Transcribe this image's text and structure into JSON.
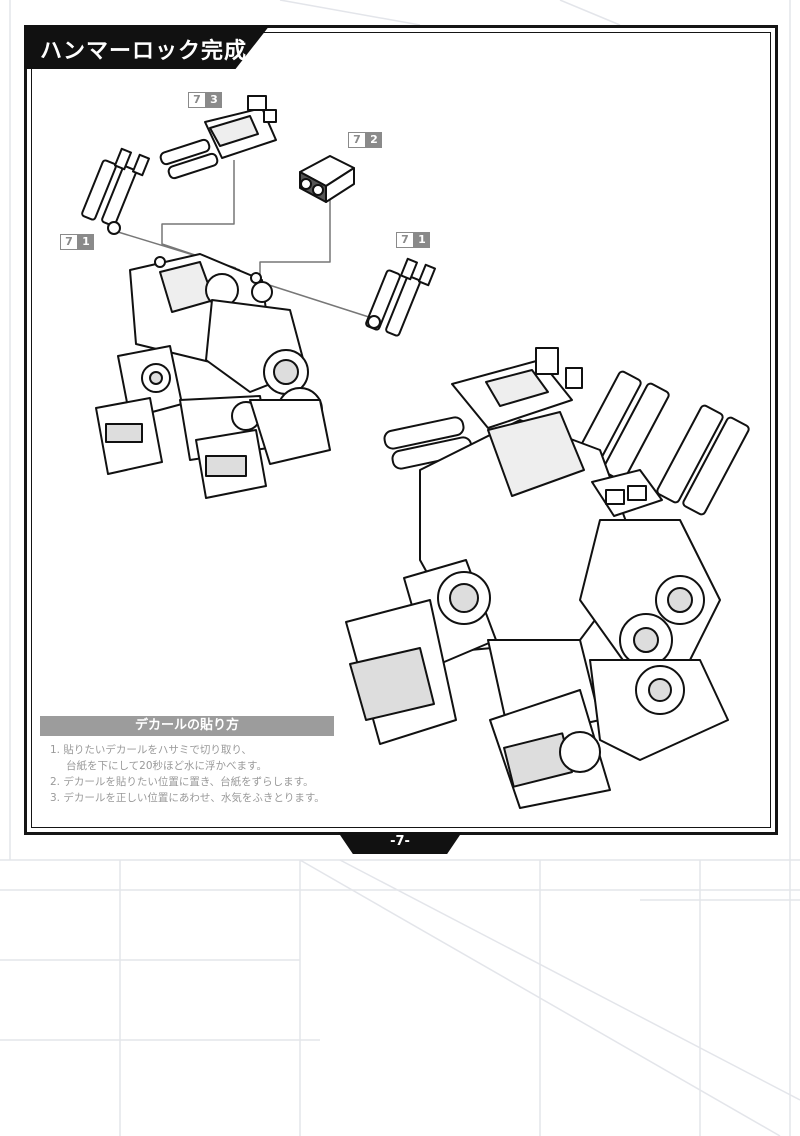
{
  "header": {
    "title": "ハンマーロック完成"
  },
  "part_badges": [
    {
      "step": "7",
      "part": "3"
    },
    {
      "step": "7",
      "part": "2"
    },
    {
      "step": "7",
      "part": "1"
    },
    {
      "step": "7",
      "part": "1"
    }
  ],
  "decal_instructions": {
    "title": "デカールの貼り方",
    "steps": [
      "1. 貼りたいデカールをハサミで切り取り、",
      "台紙を下にして20秒ほど水に浮かべます。",
      "2. デカールを貼りたい位置に置き、台紙をずらします。",
      "3. デカールを正しい位置にあわせ、水気をふきとります。"
    ]
  },
  "footer": {
    "page_number": "-7-"
  },
  "colors": {
    "frame": "#151515",
    "accent_gray": "#8a8a8a",
    "decal_header": "#9c9c9c"
  }
}
